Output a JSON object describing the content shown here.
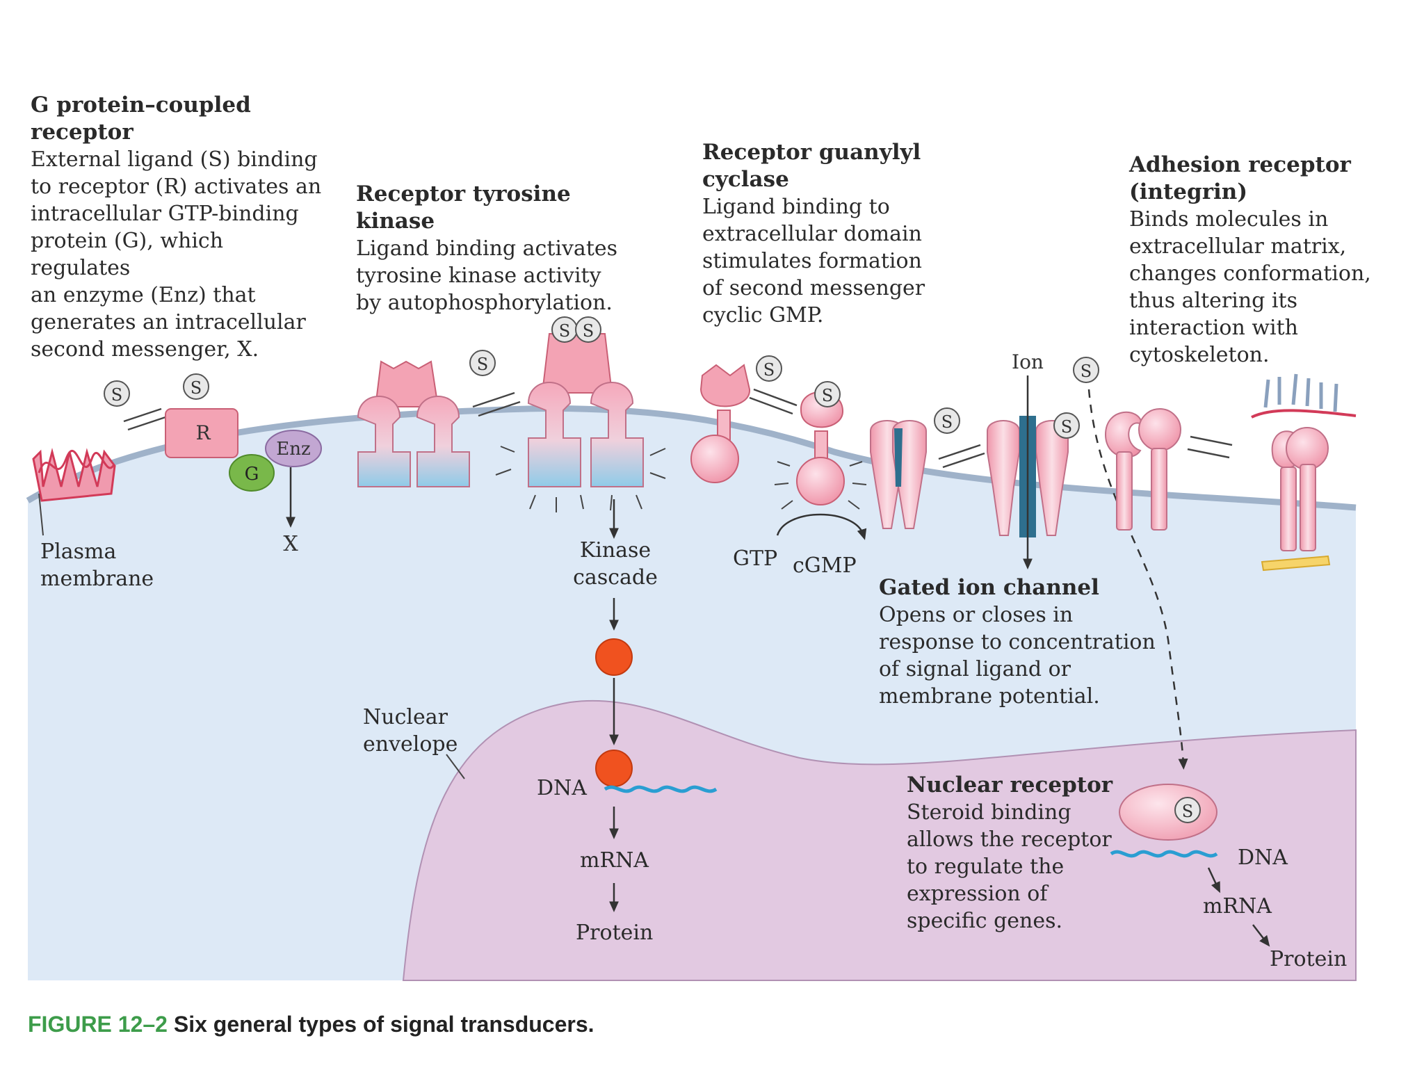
{
  "gpcr": {
    "title_1": "G protein–coupled",
    "title_2": "receptor",
    "desc": [
      "External ligand (S) binding",
      "to receptor (R) activates an",
      "intracellular GTP-binding",
      "protein (G), which regulates",
      "an enzyme (Enz) that",
      "generates an intracellular",
      "second messenger, X."
    ],
    "labels": {
      "S": "S",
      "R": "R",
      "G": "G",
      "Enz": "Enz",
      "X": "X"
    }
  },
  "rtk": {
    "title": "Receptor tyrosine kinase",
    "desc": [
      "Ligand binding activates",
      "tyrosine kinase activity",
      "by autophosphorylation."
    ],
    "cascade": [
      "Kinase",
      "cascade"
    ],
    "dna": "DNA",
    "mrna": "mRNA",
    "protein": "Protein"
  },
  "rgc": {
    "title_1": "Receptor guanylyl",
    "title_2": "cyclase",
    "desc": [
      "Ligand binding to",
      "extracellular domain",
      "stimulates formation",
      "of second messenger",
      "cyclic GMP."
    ],
    "gtp": "GTP",
    "cgmp": "cGMP"
  },
  "ion": {
    "ion_label": "Ion",
    "title": "Gated ion channel",
    "desc": [
      "Opens or closes in",
      "response to concentration",
      "of signal ligand or",
      "membrane potential."
    ]
  },
  "adhesion": {
    "title_1": "Adhesion receptor",
    "title_2": "(integrin)",
    "desc": [
      "Binds molecules in",
      "extracellular matrix,",
      "changes conformation,",
      "thus altering its",
      "interaction with",
      "cytoskeleton."
    ]
  },
  "nuclear": {
    "title": "Nuclear receptor",
    "desc": [
      "Steroid binding",
      "allows the receptor",
      "to regulate the",
      "expression of",
      "specific genes."
    ],
    "dna": "DNA",
    "mrna": "mRNA",
    "protein": "Protein"
  },
  "plasma_membrane": [
    "Plasma",
    "membrane"
  ],
  "nuclear_envelope": [
    "Nuclear",
    "envelope"
  ],
  "caption": {
    "number": "FIGURE 12–2",
    "text": "Six general types of signal transducers."
  },
  "colors": {
    "cytoplasm": "#dde9f6",
    "nucleus": "#e2c9e1",
    "membrane": "#9fb2c9",
    "receptor_pink": "#f2a9b9",
    "receptor_blue": "#9fd1ea",
    "g_protein": "#79b84a",
    "enzyme": "#c2a7d2",
    "kinase_dot": "#f0521f",
    "dna": "#2a9ed2",
    "caption_green": "#3d9c4a"
  }
}
